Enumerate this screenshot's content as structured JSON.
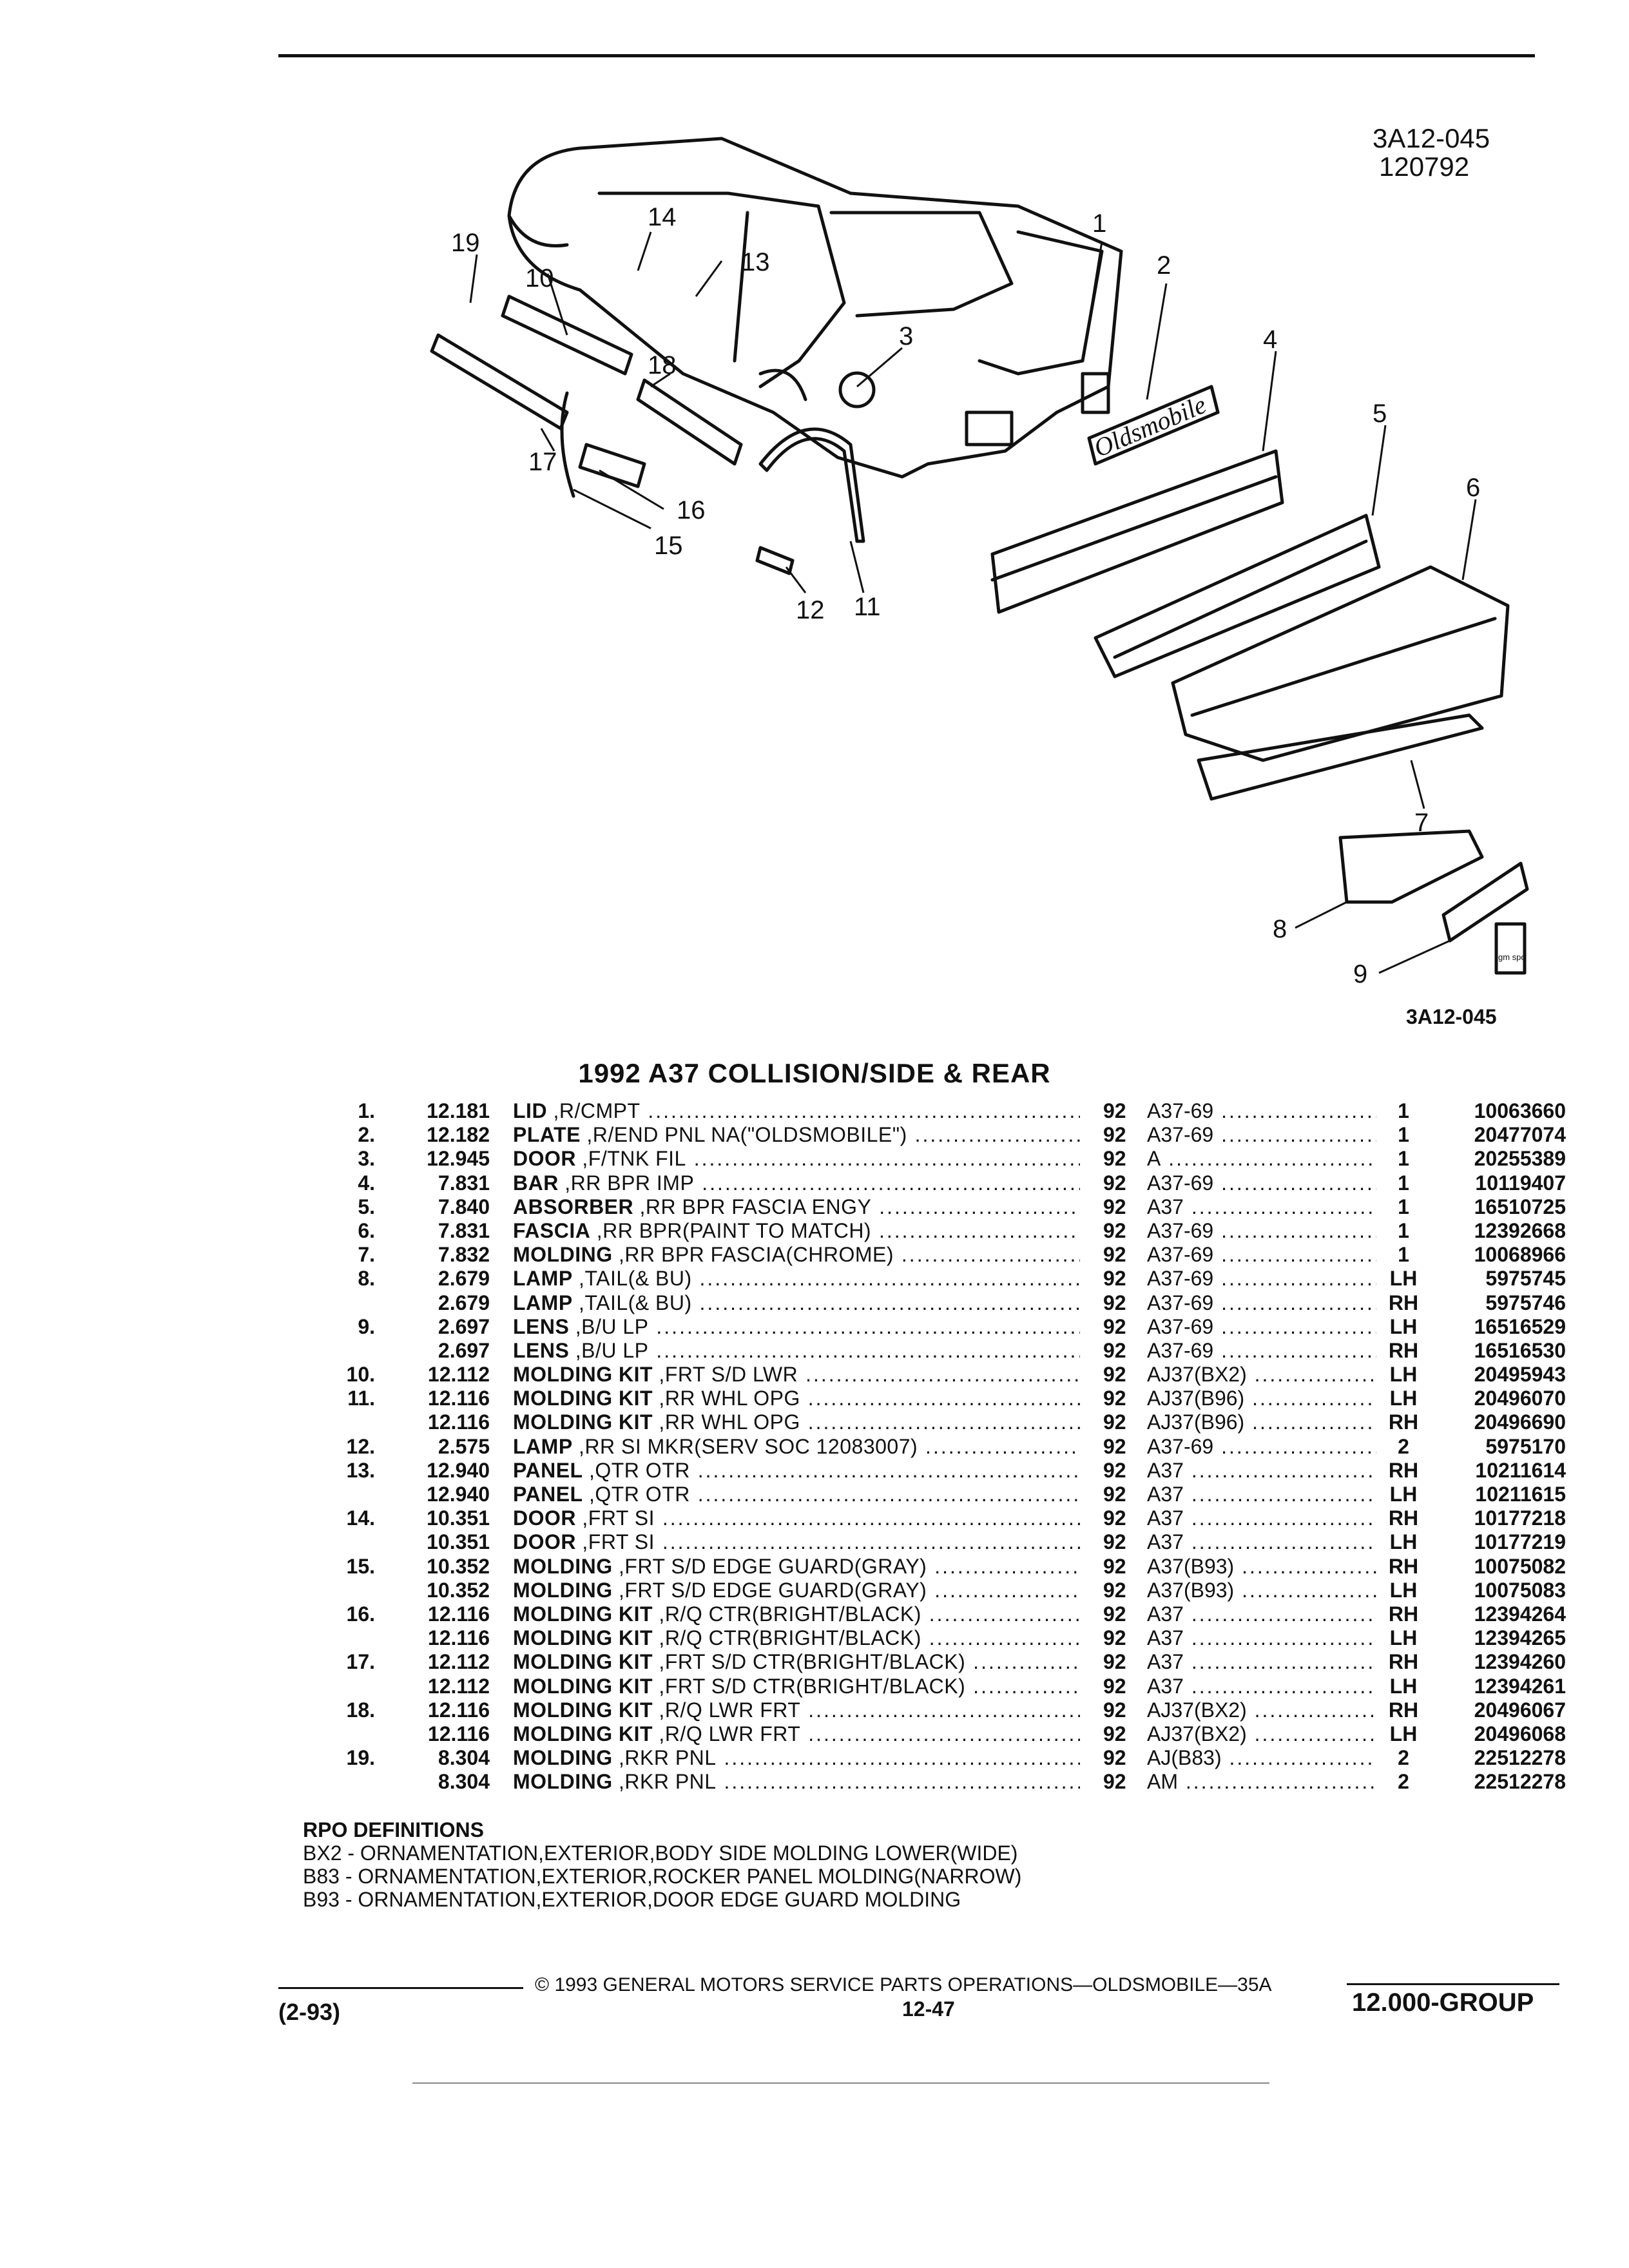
{
  "header": {
    "doc_id": "3A12-045",
    "doc_date": "120792",
    "figure_ref": "3A12-045"
  },
  "diagram": {
    "callouts": [
      "1",
      "2",
      "3",
      "4",
      "5",
      "6",
      "7",
      "8",
      "9",
      "10",
      "11",
      "12",
      "13",
      "14",
      "15",
      "16",
      "17",
      "18",
      "19"
    ],
    "emblem_text": "Oldsmobile",
    "logo_text": "gm spo"
  },
  "title": "1992 A37 COLLISION/SIDE & REAR",
  "parts": [
    {
      "num": "1.",
      "group": "12.181",
      "name": "LID",
      "spec": ",R/CMPT",
      "year": "92",
      "model": "A37-69",
      "qty": "1",
      "part": "10063660"
    },
    {
      "num": "2.",
      "group": "12.182",
      "name": "PLATE",
      "spec": ",R/END PNL NA(\"OLDSMOBILE\")",
      "year": "92",
      "model": "A37-69",
      "qty": "1",
      "part": "20477074"
    },
    {
      "num": "3.",
      "group": "12.945",
      "name": "DOOR",
      "spec": ",F/TNK FIL",
      "year": "92",
      "model": "A",
      "qty": "1",
      "part": "20255389"
    },
    {
      "num": "4.",
      "group": "7.831",
      "name": "BAR",
      "spec": ",RR BPR IMP",
      "year": "92",
      "model": "A37-69",
      "qty": "1",
      "part": "10119407"
    },
    {
      "num": "5.",
      "group": "7.840",
      "name": "ABSORBER",
      "spec": ",RR BPR FASCIA ENGY",
      "year": "92",
      "model": "A37",
      "qty": "1",
      "part": "16510725"
    },
    {
      "num": "6.",
      "group": "7.831",
      "name": "FASCIA",
      "spec": ",RR BPR(PAINT TO MATCH)",
      "year": "92",
      "model": "A37-69",
      "qty": "1",
      "part": "12392668"
    },
    {
      "num": "7.",
      "group": "7.832",
      "name": "MOLDING",
      "spec": ",RR BPR FASCIA(CHROME)",
      "year": "92",
      "model": "A37-69",
      "qty": "1",
      "part": "10068966"
    },
    {
      "num": "8.",
      "group": "2.679",
      "name": "LAMP",
      "spec": ",TAIL(& BU)",
      "year": "92",
      "model": "A37-69",
      "qty": "LH",
      "part": "5975745"
    },
    {
      "num": "",
      "group": "2.679",
      "name": "LAMP",
      "spec": ",TAIL(& BU)",
      "year": "92",
      "model": "A37-69",
      "qty": "RH",
      "part": "5975746"
    },
    {
      "num": "9.",
      "group": "2.697",
      "name": "LENS",
      "spec": ",B/U LP",
      "year": "92",
      "model": "A37-69",
      "qty": "LH",
      "part": "16516529"
    },
    {
      "num": "",
      "group": "2.697",
      "name": "LENS",
      "spec": ",B/U LP",
      "year": "92",
      "model": "A37-69",
      "qty": "RH",
      "part": "16516530"
    },
    {
      "num": "10.",
      "group": "12.112",
      "name": "MOLDING KIT",
      "spec": ",FRT S/D LWR",
      "year": "92",
      "model": "AJ37(BX2)",
      "qty": "LH",
      "part": "20495943"
    },
    {
      "num": "11.",
      "group": "12.116",
      "name": "MOLDING KIT",
      "spec": ",RR WHL OPG",
      "year": "92",
      "model": "AJ37(B96)",
      "qty": "LH",
      "part": "20496070"
    },
    {
      "num": "",
      "group": "12.116",
      "name": "MOLDING KIT",
      "spec": ",RR WHL OPG",
      "year": "92",
      "model": "AJ37(B96)",
      "qty": "RH",
      "part": "20496690"
    },
    {
      "num": "12.",
      "group": "2.575",
      "name": "LAMP",
      "spec": ",RR SI MKR(SERV SOC 12083007)",
      "year": "92",
      "model": "A37-69",
      "qty": "2",
      "part": "5975170"
    },
    {
      "num": "13.",
      "group": "12.940",
      "name": "PANEL",
      "spec": ",QTR OTR",
      "year": "92",
      "model": "A37",
      "qty": "RH",
      "part": "10211614"
    },
    {
      "num": "",
      "group": "12.940",
      "name": "PANEL",
      "spec": ",QTR OTR",
      "year": "92",
      "model": "A37",
      "qty": "LH",
      "part": "10211615"
    },
    {
      "num": "14.",
      "group": "10.351",
      "name": "DOOR",
      "spec": ",FRT SI",
      "year": "92",
      "model": "A37",
      "qty": "RH",
      "part": "10177218"
    },
    {
      "num": "",
      "group": "10.351",
      "name": "DOOR",
      "spec": ",FRT SI",
      "year": "92",
      "model": "A37",
      "qty": "LH",
      "part": "10177219"
    },
    {
      "num": "15.",
      "group": "10.352",
      "name": "MOLDING",
      "spec": ",FRT S/D EDGE GUARD(GRAY)",
      "year": "92",
      "model": "A37(B93)",
      "qty": "RH",
      "part": "10075082"
    },
    {
      "num": "",
      "group": "10.352",
      "name": "MOLDING",
      "spec": ",FRT S/D EDGE GUARD(GRAY)",
      "year": "92",
      "model": "A37(B93)",
      "qty": "LH",
      "part": "10075083"
    },
    {
      "num": "16.",
      "group": "12.116",
      "name": "MOLDING KIT",
      "spec": ",R/Q CTR(BRIGHT/BLACK)",
      "year": "92",
      "model": "A37",
      "qty": "RH",
      "part": "12394264"
    },
    {
      "num": "",
      "group": "12.116",
      "name": "MOLDING KIT",
      "spec": ",R/Q CTR(BRIGHT/BLACK)",
      "year": "92",
      "model": "A37",
      "qty": "LH",
      "part": "12394265"
    },
    {
      "num": "17.",
      "group": "12.112",
      "name": "MOLDING KIT",
      "spec": ",FRT S/D CTR(BRIGHT/BLACK)",
      "year": "92",
      "model": "A37",
      "qty": "RH",
      "part": "12394260"
    },
    {
      "num": "",
      "group": "12.112",
      "name": "MOLDING KIT",
      "spec": ",FRT S/D CTR(BRIGHT/BLACK)",
      "year": "92",
      "model": "A37",
      "qty": "LH",
      "part": "12394261"
    },
    {
      "num": "18.",
      "group": "12.116",
      "name": "MOLDING KIT",
      "spec": ",R/Q LWR FRT",
      "year": "92",
      "model": "AJ37(BX2)",
      "qty": "RH",
      "part": "20496067"
    },
    {
      "num": "",
      "group": "12.116",
      "name": "MOLDING KIT",
      "spec": ",R/Q LWR FRT",
      "year": "92",
      "model": "AJ37(BX2)",
      "qty": "LH",
      "part": "20496068"
    },
    {
      "num": "19.",
      "group": "8.304",
      "name": "MOLDING",
      "spec": ",RKR PNL",
      "year": "92",
      "model": "AJ(B83)",
      "qty": "2",
      "part": "22512278"
    },
    {
      "num": "",
      "group": "8.304",
      "name": "MOLDING",
      "spec": ",RKR PNL",
      "year": "92",
      "model": "AM",
      "qty": "2",
      "part": "22512278"
    }
  ],
  "rpo": {
    "heading": "RPO DEFINITIONS",
    "definitions": [
      "BX2 - ORNAMENTATION,EXTERIOR,BODY SIDE MOLDING LOWER(WIDE)",
      "B83 - ORNAMENTATION,EXTERIOR,ROCKER PANEL MOLDING(NARROW)",
      "B93 - ORNAMENTATION,EXTERIOR,DOOR EDGE GUARD MOLDING"
    ]
  },
  "footer": {
    "copyright": "© 1993 GENERAL MOTORS SERVICE PARTS OPERATIONS—OLDSMOBILE—35A",
    "page": "12-47",
    "date": "(2-93)",
    "group": "12.000-GROUP"
  }
}
